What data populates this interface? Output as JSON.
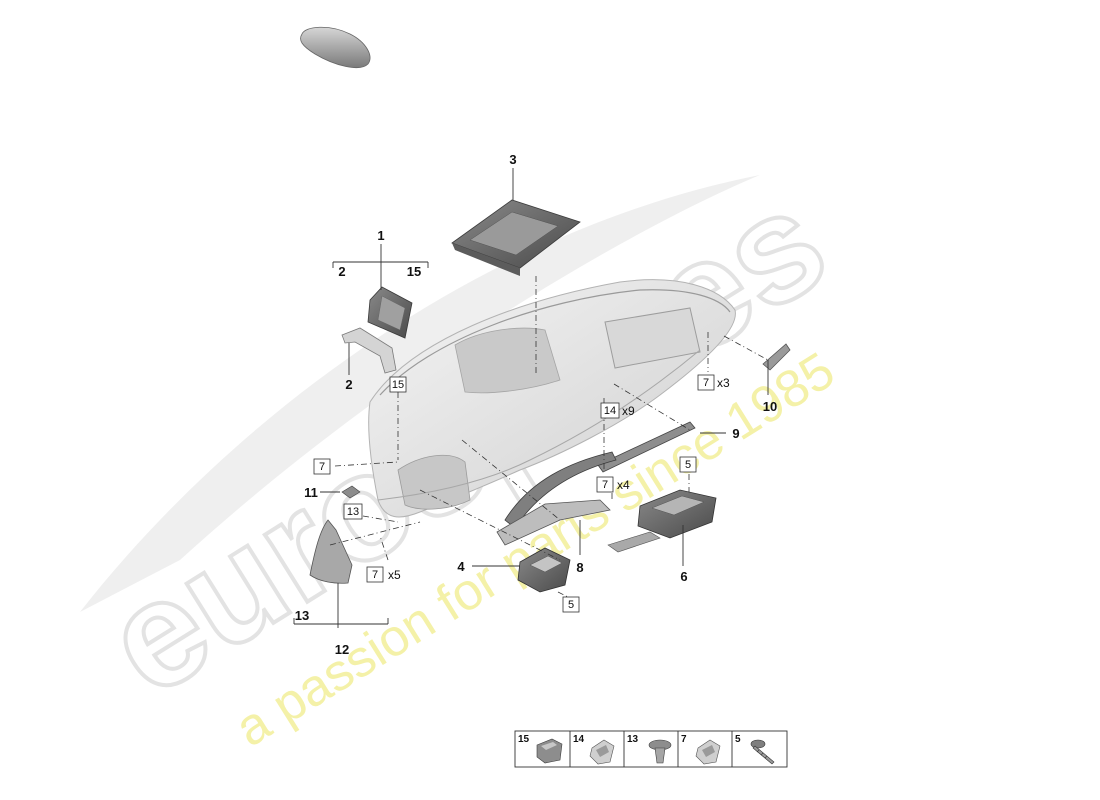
{
  "watermark": {
    "brand": "eurospares",
    "tagline": "a passion for parts since 1985",
    "brand_color": "#e2e2e2",
    "tagline_color": "#f2ee9a"
  },
  "callouts": {
    "c1": "1",
    "c1_2": "2",
    "c1_15": "15",
    "c2": "2",
    "c3": "3",
    "c4": "4",
    "c6": "6",
    "c8": "8",
    "c9": "9",
    "c10": "10",
    "c11": "11",
    "c12": "12",
    "c13": "13"
  },
  "boxed_labels": {
    "b15": "15",
    "b7_a": "7",
    "b13": "13",
    "b7_b": "7",
    "b7_b_qty": "x5",
    "b14": "14",
    "b14_qty": "x9",
    "b7_c": "7",
    "b7_c_qty": "x4",
    "b7_d": "7",
    "b7_d_qty": "x3",
    "b5_a": "5",
    "b5_b": "5"
  },
  "legend": {
    "items": [
      {
        "number": "15",
        "icon": "clip-block-icon"
      },
      {
        "number": "14",
        "icon": "spring-clip-icon"
      },
      {
        "number": "13",
        "icon": "expanding-rivet-icon"
      },
      {
        "number": "7",
        "icon": "spring-clip-icon"
      },
      {
        "number": "5",
        "icon": "screw-icon"
      }
    ]
  }
}
